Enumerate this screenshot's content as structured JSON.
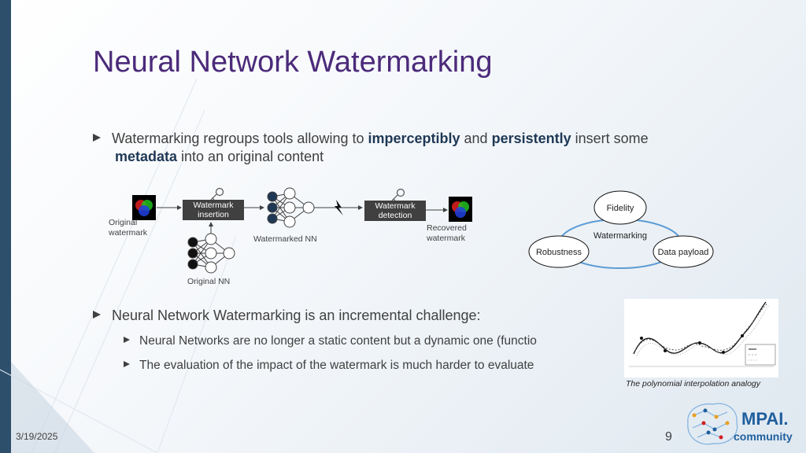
{
  "slide": {
    "title": "Neural Network Watermarking",
    "date": "3/19/2025",
    "page_number": "9"
  },
  "bullet1": {
    "t1": "Watermarking regroups tools allowing to ",
    "b1": "imperceptibly",
    "t2": " and ",
    "b2": "persistently",
    "t3": " insert some",
    "b3": "metadata",
    "t4": " into an original content"
  },
  "diagram": {
    "original_watermark": [
      "Original",
      "watermark"
    ],
    "insertion_box": [
      "Watermark",
      "insertion"
    ],
    "watermarked_nn": "Watermarked NN",
    "detection_box": [
      "Watermark",
      "detection"
    ],
    "recovered_watermark": [
      "Recovered",
      "watermark"
    ],
    "original_nn": "Original NN"
  },
  "venn": {
    "center": "Watermarking",
    "fidelity": "Fidelity",
    "robustness": "Robustness",
    "payload": "Data payload"
  },
  "bullet2": {
    "main": "Neural Network Watermarking is an incremental challenge:",
    "sub1": "Neural Networks are no longer a static content but a dynamic one (functio",
    "sub2": "The evaluation of the impact of the watermark is much harder to evaluate"
  },
  "figure": {
    "caption": "The polynomial interpolation analogy"
  },
  "logo": {
    "line1": "MPAI.",
    "line2": "community"
  },
  "colors": {
    "title": "#4b2a7a",
    "sidebar": "#2d4f6b",
    "box": "#404040",
    "node_dark": "#1f3855",
    "logo_blue": "#1f5f9e"
  }
}
